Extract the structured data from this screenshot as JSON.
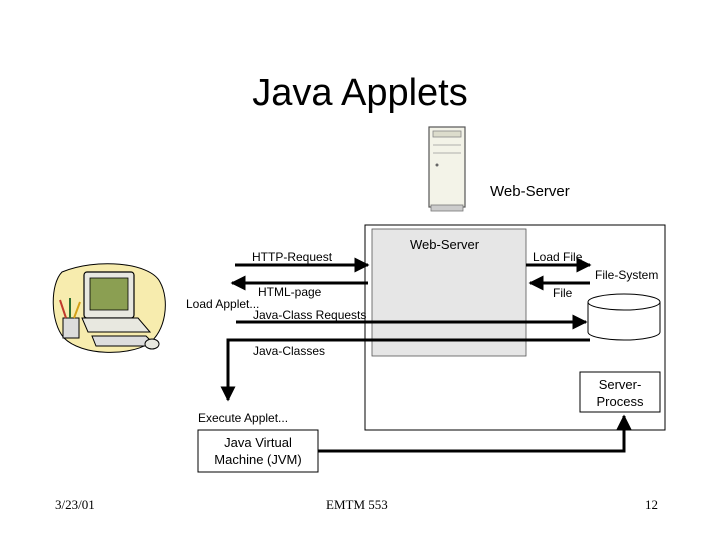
{
  "slide": {
    "title": "Java Applets",
    "footer": {
      "date": "3/23/01",
      "course": "EMTM 553",
      "page": "12"
    }
  },
  "diagram": {
    "server_icon_label": "Web-Server",
    "web_server_box_label": "Web-Server",
    "file_system_label": "File-System",
    "server_process_label": "Server-\nProcess",
    "jvm_label": "Java Virtual\nMachine (JVM)",
    "arrows": {
      "http_request": "HTTP-Request",
      "load_file": "Load File",
      "html_page": "HTML-page",
      "file": "File",
      "load_applet": "Load Applet...",
      "java_class_requests": "Java-Class Requests",
      "java_classes": "Java-Classes",
      "execute_applet": "Execute Applet..."
    }
  }
}
